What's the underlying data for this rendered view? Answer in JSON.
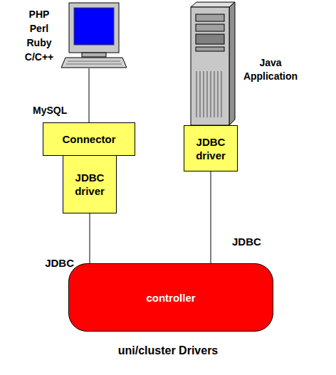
{
  "diagram": {
    "caption": "uni/cluster Drivers",
    "nodes": [
      {
        "text": [
          "Connector"
        ]
      },
      {
        "text": [
          "JDBC driver"
        ]
      },
      {
        "text": [
          "JDBC driver"
        ]
      },
      {
        "text": [
          "controller"
        ]
      }
    ],
    "edges": [
      {
        "from": 1,
        "to": 3,
        "arrow": "none",
        "label": "JDBC"
      },
      {
        "from": 2,
        "to": 3,
        "arrow": "none",
        "label": "JDBC"
      }
    ],
    "labels": [
      "PHP Perl Ruby C/C++",
      "Java Application",
      "MySQL"
    ]
  }
}
